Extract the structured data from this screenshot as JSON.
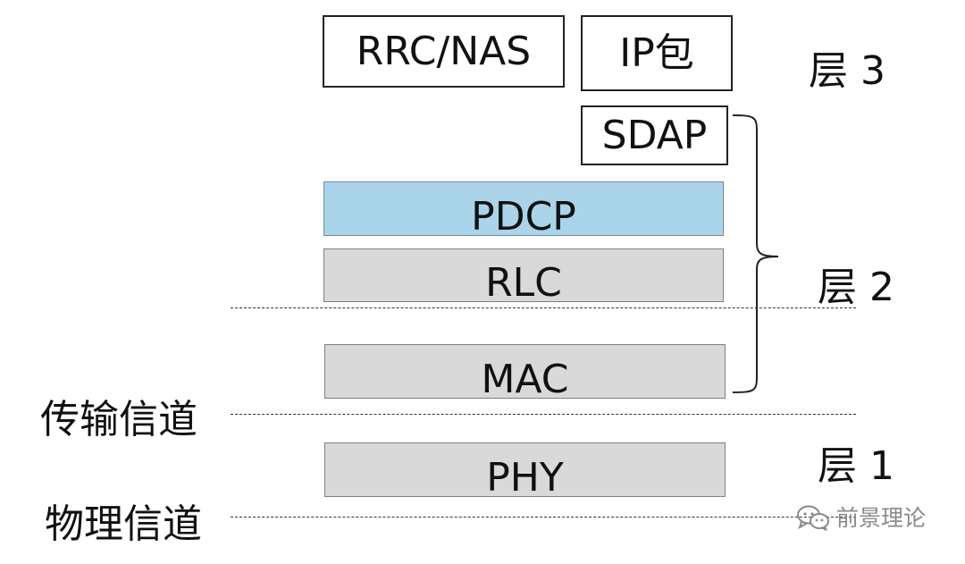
{
  "layer_labels": {
    "layer3": "层 3",
    "layer2": "层 2",
    "layer1": "层 1"
  },
  "channel_labels": {
    "transport": "传输信道",
    "physical": "物理信道"
  },
  "boxes": {
    "rrc_nas": "RRC/NAS",
    "ip_packet": "IP包",
    "sdap": "SDAP",
    "pdcp": "PDCP",
    "rlc": "RLC",
    "mac": "MAC",
    "phy": "PHY"
  },
  "colors": {
    "pdcp_fill": "#a9d4ea",
    "gray_fill": "#d9d9d9",
    "white_fill": "#ffffff"
  },
  "watermark": {
    "text": "前景理论",
    "icon": "wechat-icon"
  }
}
